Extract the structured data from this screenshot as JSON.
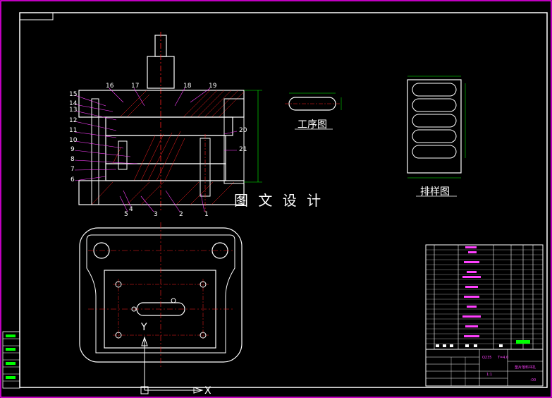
{
  "drawing": {
    "part_labels": [
      "15",
      "16",
      "17",
      "18",
      "19",
      "14",
      "13",
      "12",
      "11",
      "10",
      "9",
      "8",
      "7",
      "6",
      "20",
      "21",
      "5",
      "4",
      "3",
      "2",
      "1"
    ],
    "captions": {
      "process": "工序图",
      "layout": "排样图",
      "watermark": "图 文 设 计",
      "axis_y": "Y",
      "axis_x": "X"
    }
  },
  "title_block": {
    "material": "Q235",
    "thickness": "T=4.0",
    "name": "垫片落料冲孔",
    "scale": "1:1",
    "sheet": "-00"
  },
  "colors": {
    "background": "#000000",
    "frame": "#ff00ff",
    "outline": "#ffffff",
    "centerline": "#ff2020",
    "leader": "#ff40ff",
    "accent": "#00ff00"
  }
}
